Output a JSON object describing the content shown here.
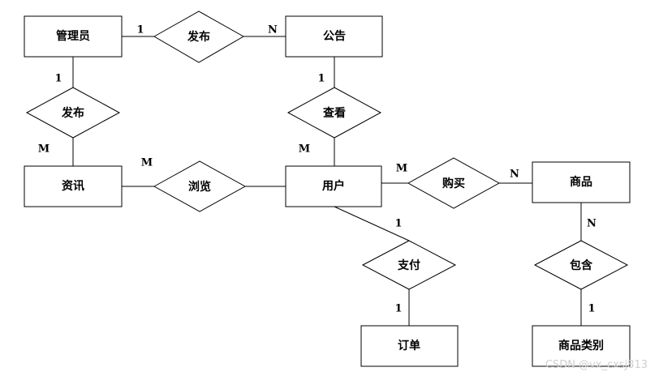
{
  "entities": {
    "admin": "管理员",
    "notice": "公告",
    "news": "资讯",
    "user": "用户",
    "product": "商品",
    "order": "订单",
    "category": "商品类别"
  },
  "relationships": {
    "publish_notice": "发布",
    "publish_news": "发布",
    "view": "查看",
    "browse": "浏览",
    "buy": "购买",
    "pay": "支付",
    "contain": "包含"
  },
  "cardinalities": {
    "admin_pubnotice": "1",
    "pubnotice_notice": "N",
    "admin_pubnews": "1",
    "pubnews_news": "M",
    "notice_view": "1",
    "view_user": "M",
    "news_browse": "M",
    "user_buy": "M",
    "buy_product": "N",
    "user_pay": "1",
    "pay_order": "1",
    "product_contain": "N",
    "contain_category": "1"
  },
  "watermark": "CSDN @vx_cxsj813"
}
